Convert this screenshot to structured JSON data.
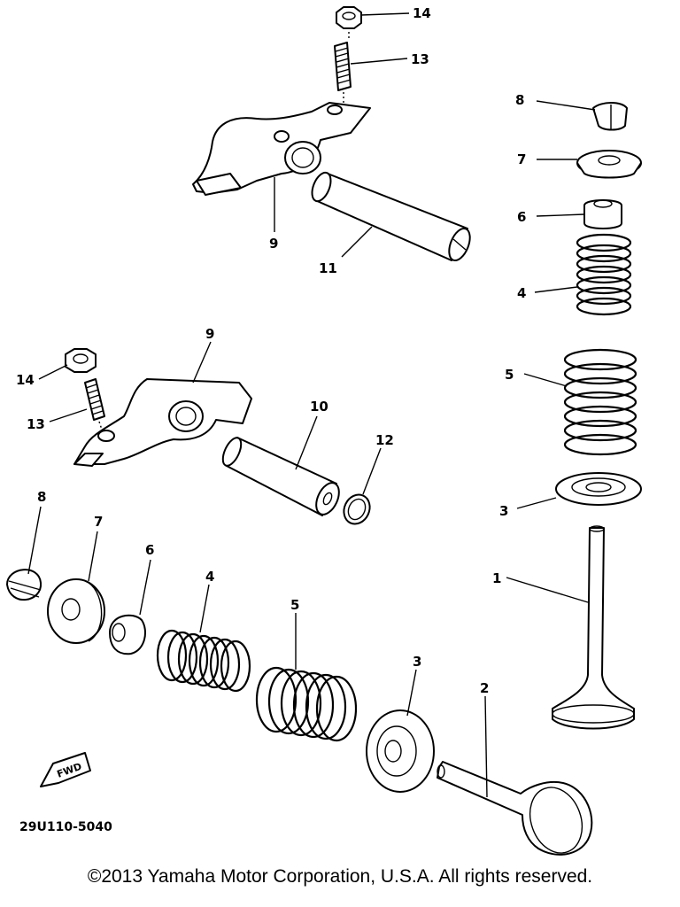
{
  "diagram": {
    "callouts": {
      "c14a": "14",
      "c13a": "13",
      "c9a": "9",
      "c11": "11",
      "c8a": "8",
      "c7a": "7",
      "c6a": "6",
      "c4a": "4",
      "c9b": "9",
      "c14b": "14",
      "c13b": "13",
      "c10": "10",
      "c12": "12",
      "c5a": "5",
      "c3a": "3",
      "c1": "1",
      "c8b": "8",
      "c7b": "7",
      "c6b": "6",
      "c4b": "4",
      "c5b": "5",
      "c3b": "3",
      "c2": "2"
    },
    "fwd_label": "FWD",
    "diagram_code": "29U110-5040"
  },
  "footer": {
    "copyright": "©2013 Yamaha Motor Corporation, U.S.A. All rights reserved."
  }
}
